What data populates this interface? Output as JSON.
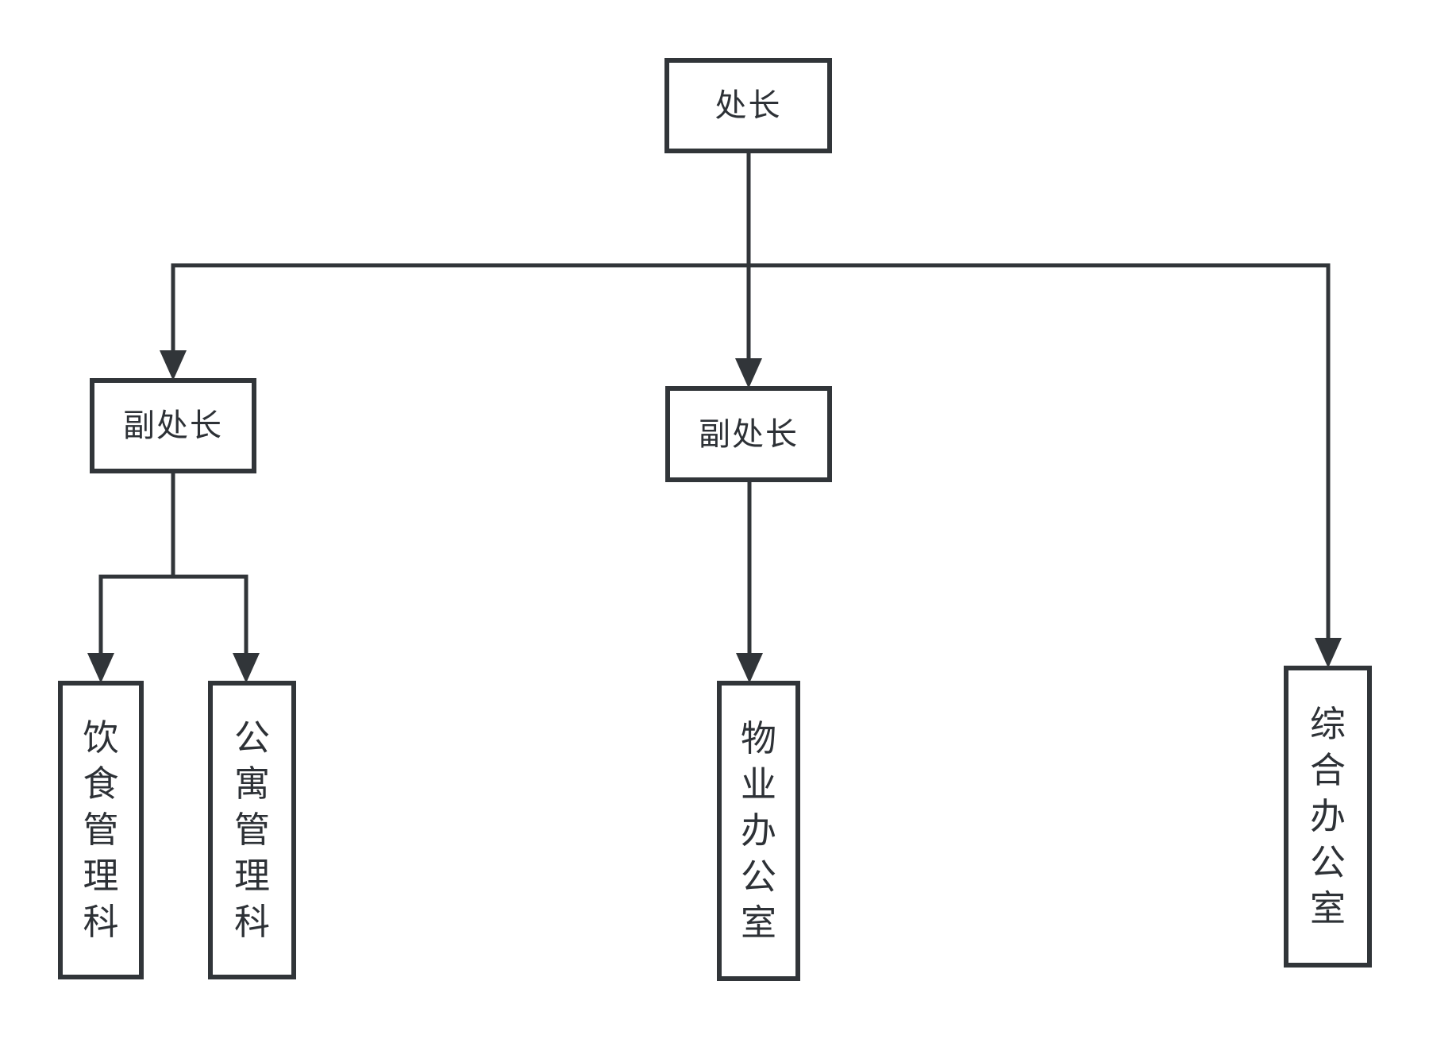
{
  "diagram": {
    "type": "org-chart",
    "colors": {
      "background": "#ffffff",
      "line": "#313539",
      "box_border": "#313539",
      "text": "#2d3136"
    },
    "nodes": {
      "director": {
        "label": "处长",
        "orientation": "horizontal"
      },
      "deputy_left": {
        "label": "副处长",
        "orientation": "horizontal"
      },
      "deputy_middle": {
        "label": "副处长",
        "orientation": "horizontal"
      },
      "food_section": {
        "label": "饮食管理科",
        "orientation": "vertical"
      },
      "apartment_section": {
        "label": "公寓管理科",
        "orientation": "vertical"
      },
      "property_office": {
        "label": "物业办公室",
        "orientation": "vertical"
      },
      "comprehensive_office": {
        "label": "综合办公室",
        "orientation": "vertical"
      }
    },
    "edges": [
      {
        "from": "director",
        "to": "deputy_left",
        "arrow": true
      },
      {
        "from": "director",
        "to": "deputy_middle",
        "arrow": true
      },
      {
        "from": "director",
        "to": "comprehensive_office",
        "arrow": true
      },
      {
        "from": "deputy_left",
        "to": "food_section",
        "arrow": true
      },
      {
        "from": "deputy_left",
        "to": "apartment_section",
        "arrow": true
      },
      {
        "from": "deputy_middle",
        "to": "property_office",
        "arrow": true
      }
    ]
  }
}
